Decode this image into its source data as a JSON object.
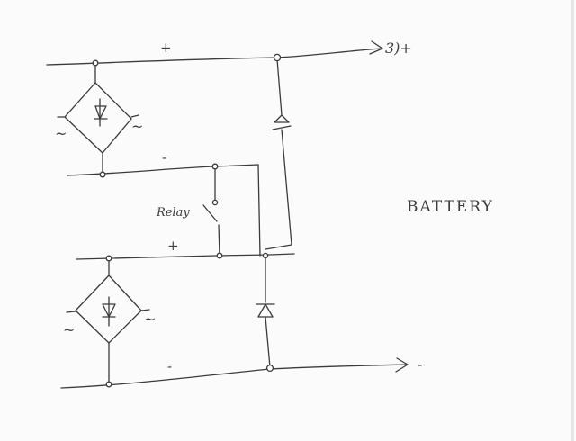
{
  "diagram": {
    "battery_label": "BATTERY",
    "relay_label": "Relay",
    "top_output_label": "3)+",
    "bottom_output_label": "-",
    "plus_sign": "+",
    "minus_sign": "-",
    "ac_symbol": "~"
  },
  "colors": {
    "ink": "#3b3b3b",
    "paper": "#fbfbfb"
  }
}
